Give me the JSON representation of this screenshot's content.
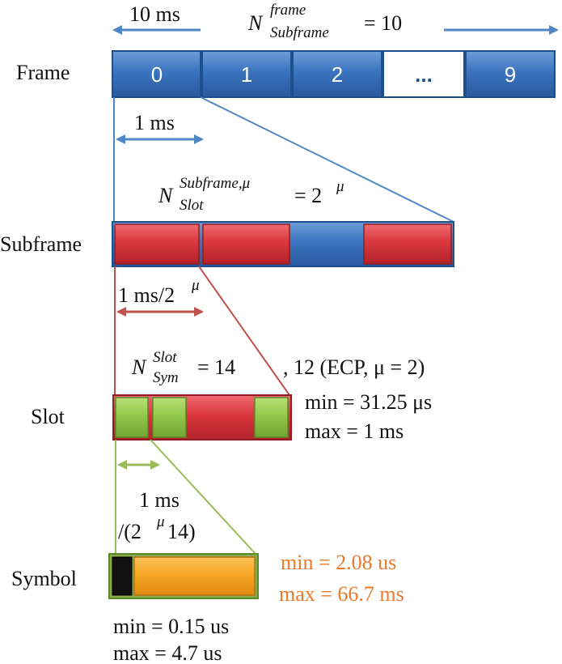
{
  "colors": {
    "blue": "#3a73bf",
    "blue_edge": "#1f4e8c",
    "red": "#d9363e",
    "red_edge": "#8e1e23",
    "green": "#92c84a",
    "green_edge": "#5a8a24",
    "orange": "#f5a623",
    "orange_text": "#e97a2b",
    "line_blue": "#4f86c6",
    "line_red": "#c0504d",
    "line_green": "#9bbb59"
  },
  "rows": {
    "frame": "Frame",
    "subframe": "Subframe",
    "slot": "Slot",
    "symbol": "Symbol"
  },
  "frame": {
    "duration": "10 ms",
    "formula_N": "N",
    "formula_sup": "frame",
    "formula_sub": "Subframe",
    "formula_rhs": "= 10",
    "cells": [
      "0",
      "1",
      "2",
      "...",
      "9"
    ]
  },
  "subframe": {
    "duration": "1 ms",
    "formula_N": "N",
    "formula_sup": "Subframe,μ",
    "formula_sub": "Slot",
    "formula_rhs": "= 2",
    "formula_rhs_sup": "μ"
  },
  "slot": {
    "duration_base": "1 ms/2",
    "duration_sup": "μ",
    "formula_N": "N",
    "formula_sup": "Slot",
    "formula_sub": "Sym",
    "formula_rhs": "= 14",
    "formula_extra": ", 12 (ECP, μ = 2)",
    "min": "min = 31.25 μs",
    "max": "max = 1 ms"
  },
  "symbol": {
    "duration_line1": "1 ms",
    "duration_line2_pre": "/(2",
    "duration_line2_sup": "μ",
    "duration_line2_post": "14)",
    "min": "min = 2.08 us",
    "max": "max = 66.7 ms",
    "cp_min": "min = 0.15 us",
    "cp_max": "max = 4.7 us"
  }
}
